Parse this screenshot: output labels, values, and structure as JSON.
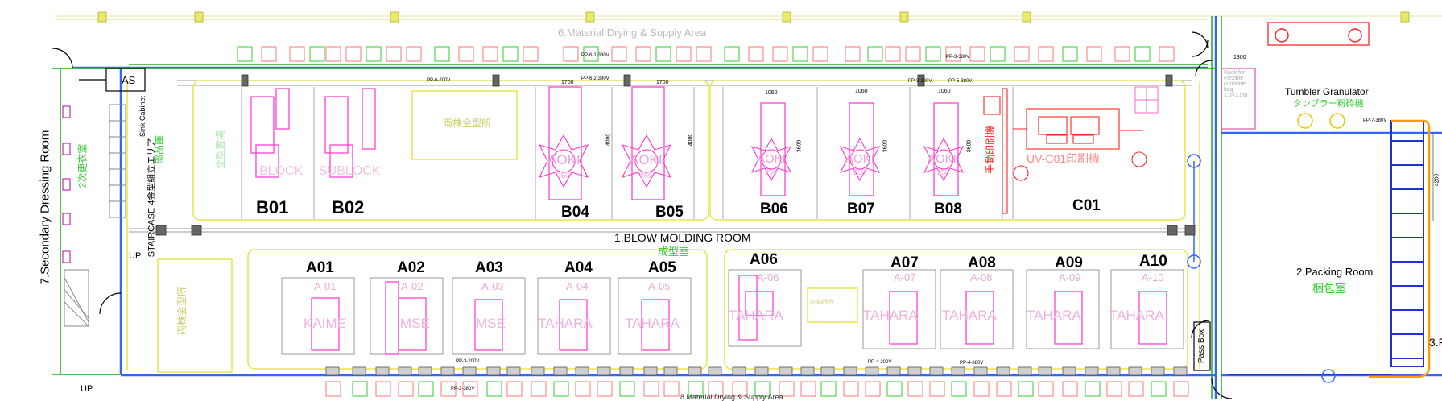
{
  "rooms": {
    "blow_molding": "1.BLOW MOLDING ROOM",
    "blow_molding_jp": "成型室",
    "packing": "2.Packing Room",
    "packing_jp": "梱包室",
    "supply_area": "6.Material Drying & Supply Area",
    "dressing": "7.Secondary Dressing Room",
    "dressing_jp": "2次更衣室",
    "right_edge": "3.F"
  },
  "upper_machines": [
    {
      "id": "B01"
    },
    {
      "id": "B02"
    },
    {
      "id": "B04"
    },
    {
      "id": "B05"
    },
    {
      "id": "B06"
    },
    {
      "id": "B07"
    },
    {
      "id": "B08"
    },
    {
      "id": "C01"
    }
  ],
  "lower_machines": [
    {
      "id": "A01",
      "tag": "A-01",
      "brand": "KAIME"
    },
    {
      "id": "A02",
      "tag": "A-02",
      "brand": "MSE"
    },
    {
      "id": "A03",
      "tag": "A-03",
      "brand": "MSE"
    },
    {
      "id": "A04",
      "tag": "A-04",
      "brand": "TAHARA"
    },
    {
      "id": "A05",
      "tag": "A-05",
      "brand": "TAHARA"
    },
    {
      "id": "A06",
      "tag": "A-06",
      "brand": "TAHARA"
    },
    {
      "id": "A07",
      "tag": "A-07",
      "brand": "TAHARA"
    },
    {
      "id": "A08",
      "tag": "A-08",
      "brand": "TAHARA"
    },
    {
      "id": "A09",
      "tag": "A-09",
      "brand": "TAHARA"
    },
    {
      "id": "A10",
      "tag": "A-10",
      "brand": "TAHARA"
    }
  ],
  "aoki_labels": [
    "AOKI",
    "AOKI",
    "AOKI",
    "AOKI",
    "AOKI"
  ],
  "aoki_sizes": [
    "250",
    "250",
    "250",
    "250",
    "250"
  ],
  "dims": [
    "1060",
    "1060",
    "1060",
    "1700",
    "1700",
    "3600",
    "3600",
    "3600",
    "4000",
    "4000",
    "4200",
    "1800"
  ],
  "equipment": {
    "tumbler": "Tumbler Granulator",
    "tumbler_jp": "タンブラー粉砕機",
    "rack": "Rack for Flexible container bag 1.5×1.5m",
    "uv": "UV-C01印刷機",
    "pass_box": "Pass Box",
    "as": "AS",
    "sink": "Sink Cabinet",
    "staircase": "STAIRCASE 4金型組立エリア",
    "parts": "部品庫",
    "up1": "UP",
    "up2": "UP",
    "mold_room": "両株金型所",
    "mold_room2": "両株金型所",
    "mold_room3": "両株金型所",
    "conveyor_label": "金型置場",
    "printer_area": "手動印刷機",
    "b01_ghost": "BLOCK",
    "b02_ghost": "SUBLOCK"
  },
  "power": [
    "PP-6-1-380V",
    "PP-6-2-380V",
    "PP-6-200V",
    "PP-3-380V",
    "PP-3-200V",
    "PP-5-380V",
    "PP-7-380V",
    "PP-3-200V",
    "PP-3-380V",
    "PP-4-200V",
    "PP-4-380V"
  ],
  "bottom_note": "8.Material Drying & Supply Area"
}
